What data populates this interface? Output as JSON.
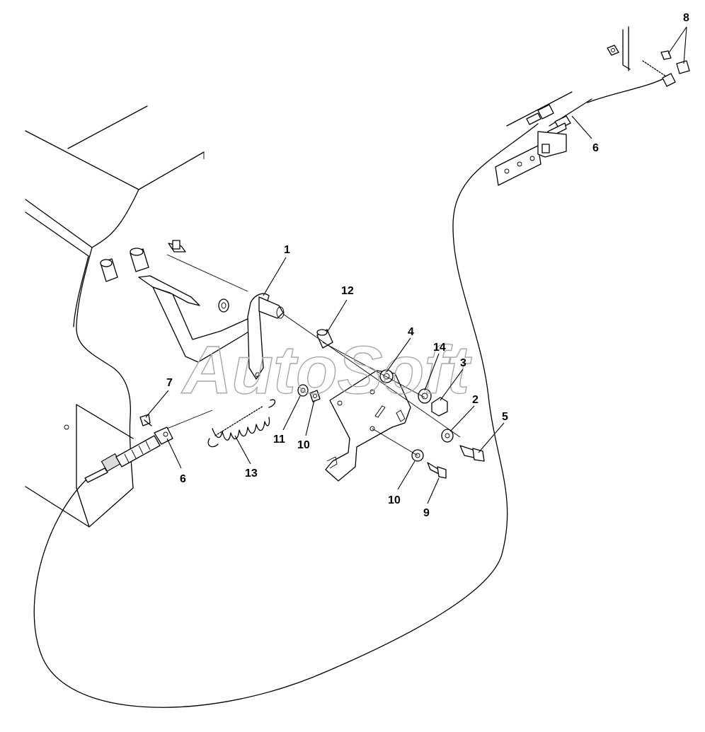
{
  "watermark": "AutoSoft",
  "callouts": [
    {
      "id": "c1",
      "text": "1"
    },
    {
      "id": "c2",
      "text": "2"
    },
    {
      "id": "c3",
      "text": "3"
    },
    {
      "id": "c4",
      "text": "4"
    },
    {
      "id": "c5",
      "text": "5"
    },
    {
      "id": "c6a",
      "text": "6"
    },
    {
      "id": "c6b",
      "text": "6"
    },
    {
      "id": "c7",
      "text": "7"
    },
    {
      "id": "c8",
      "text": "8"
    },
    {
      "id": "c9",
      "text": "9"
    },
    {
      "id": "c10a",
      "text": "10"
    },
    {
      "id": "c10b",
      "text": "10"
    },
    {
      "id": "c11",
      "text": "11"
    },
    {
      "id": "c12",
      "text": "12"
    },
    {
      "id": "c13",
      "text": "13"
    },
    {
      "id": "c14",
      "text": "14"
    }
  ]
}
